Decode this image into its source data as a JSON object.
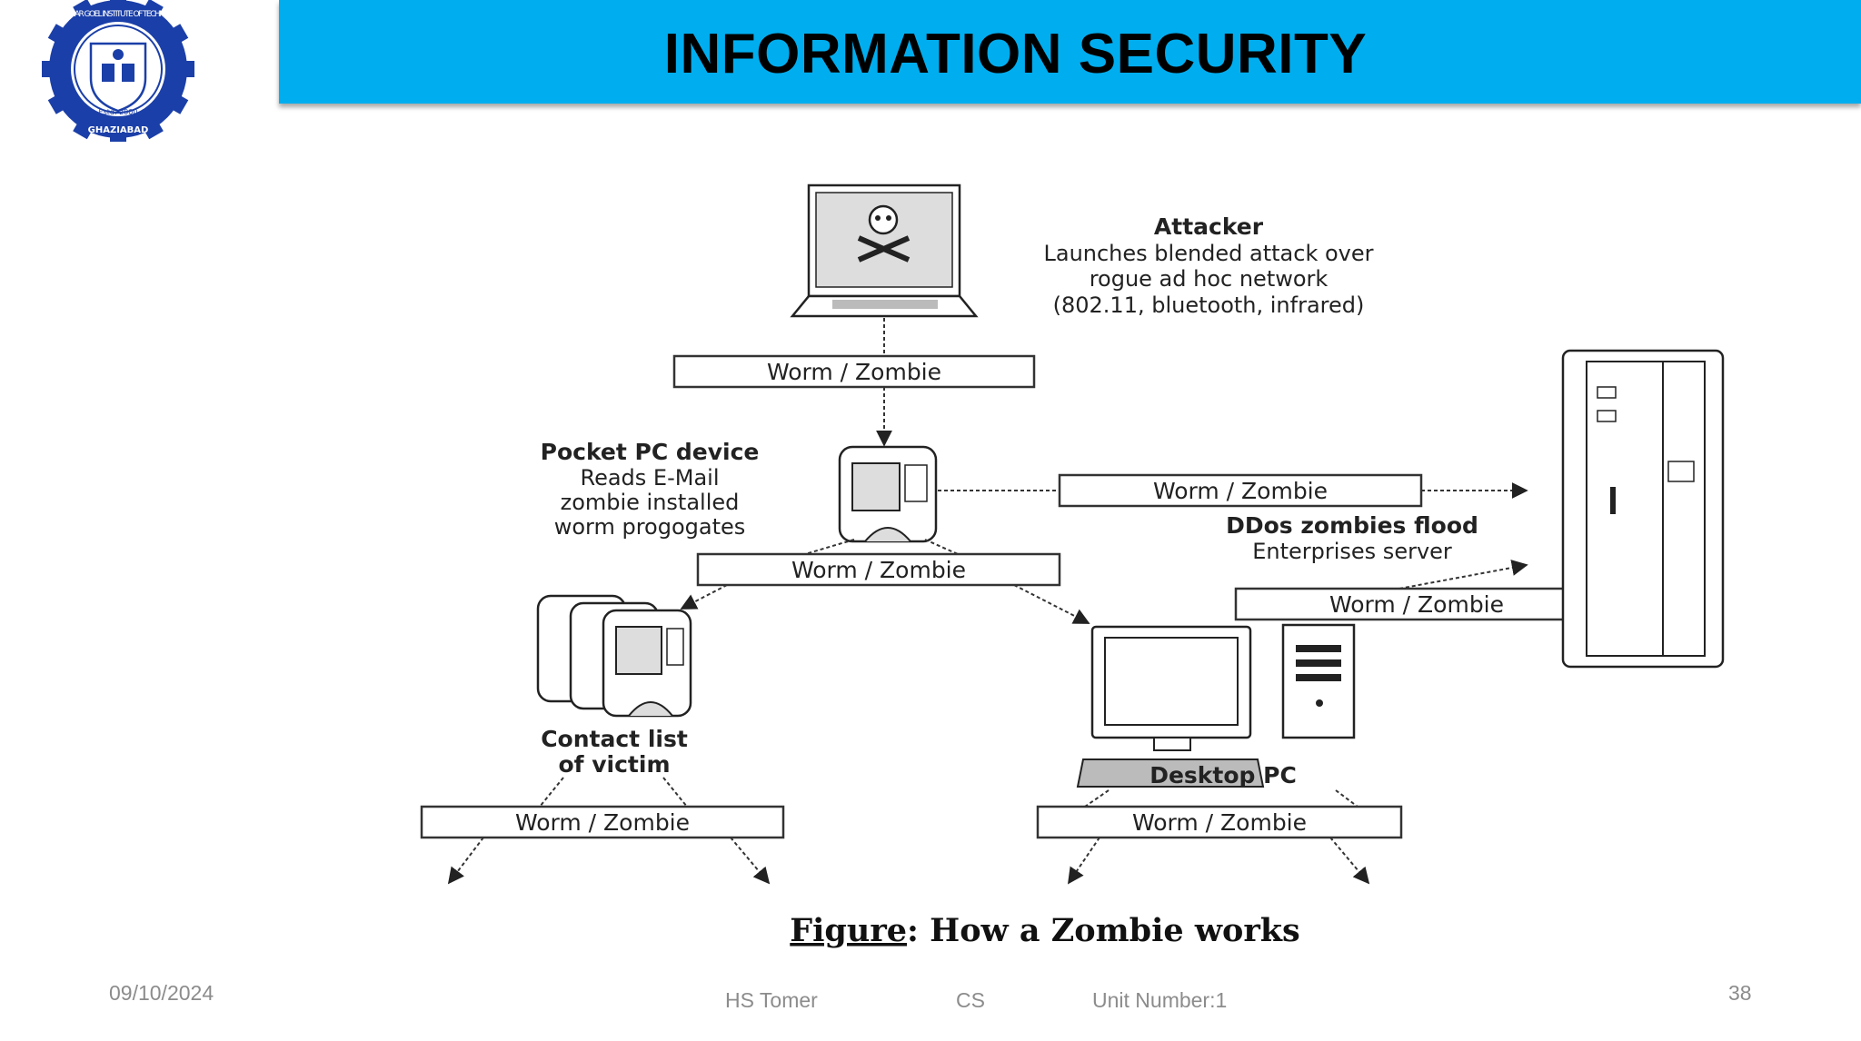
{
  "header": {
    "title": "INFORMATION SECURITY",
    "logo_text": "RAJ KUMAR GOEL INSTITUTE OF TECHNOLOGY",
    "logo_city": "GHAZIABAD",
    "logo_estd": "Estd. 2000",
    "banner_color": "#00aeef",
    "logo_color": "#1b3fa8"
  },
  "diagram": {
    "attacker_title": "Attacker",
    "attacker_desc": [
      "Launches blended attack over",
      "rogue ad hoc network",
      "(802.11, bluetooth, infrared)"
    ],
    "pocket_pc": [
      "Pocket PC device",
      "Reads E-Mail",
      "zombie installed",
      "worm progogates"
    ],
    "ddos": [
      "DDos zombies flood",
      "Enterprises server"
    ],
    "contact_list": [
      "Contact list",
      "of victim"
    ],
    "desktop": "Desktop PC",
    "worm_labels": [
      "Worm / Zombie",
      "Worm / Zombie",
      "Worm / Zombie",
      "Worm / Zombie",
      "Worm / Zombie",
      "Worm / Zombie"
    ],
    "caption_prefix": "Figure",
    "caption_rest": ": How a Zombie works"
  },
  "footer": {
    "date": "09/10/2024",
    "author": "HS Tomer",
    "subject": "CS",
    "unit": "Unit Number:1",
    "page": "38"
  }
}
